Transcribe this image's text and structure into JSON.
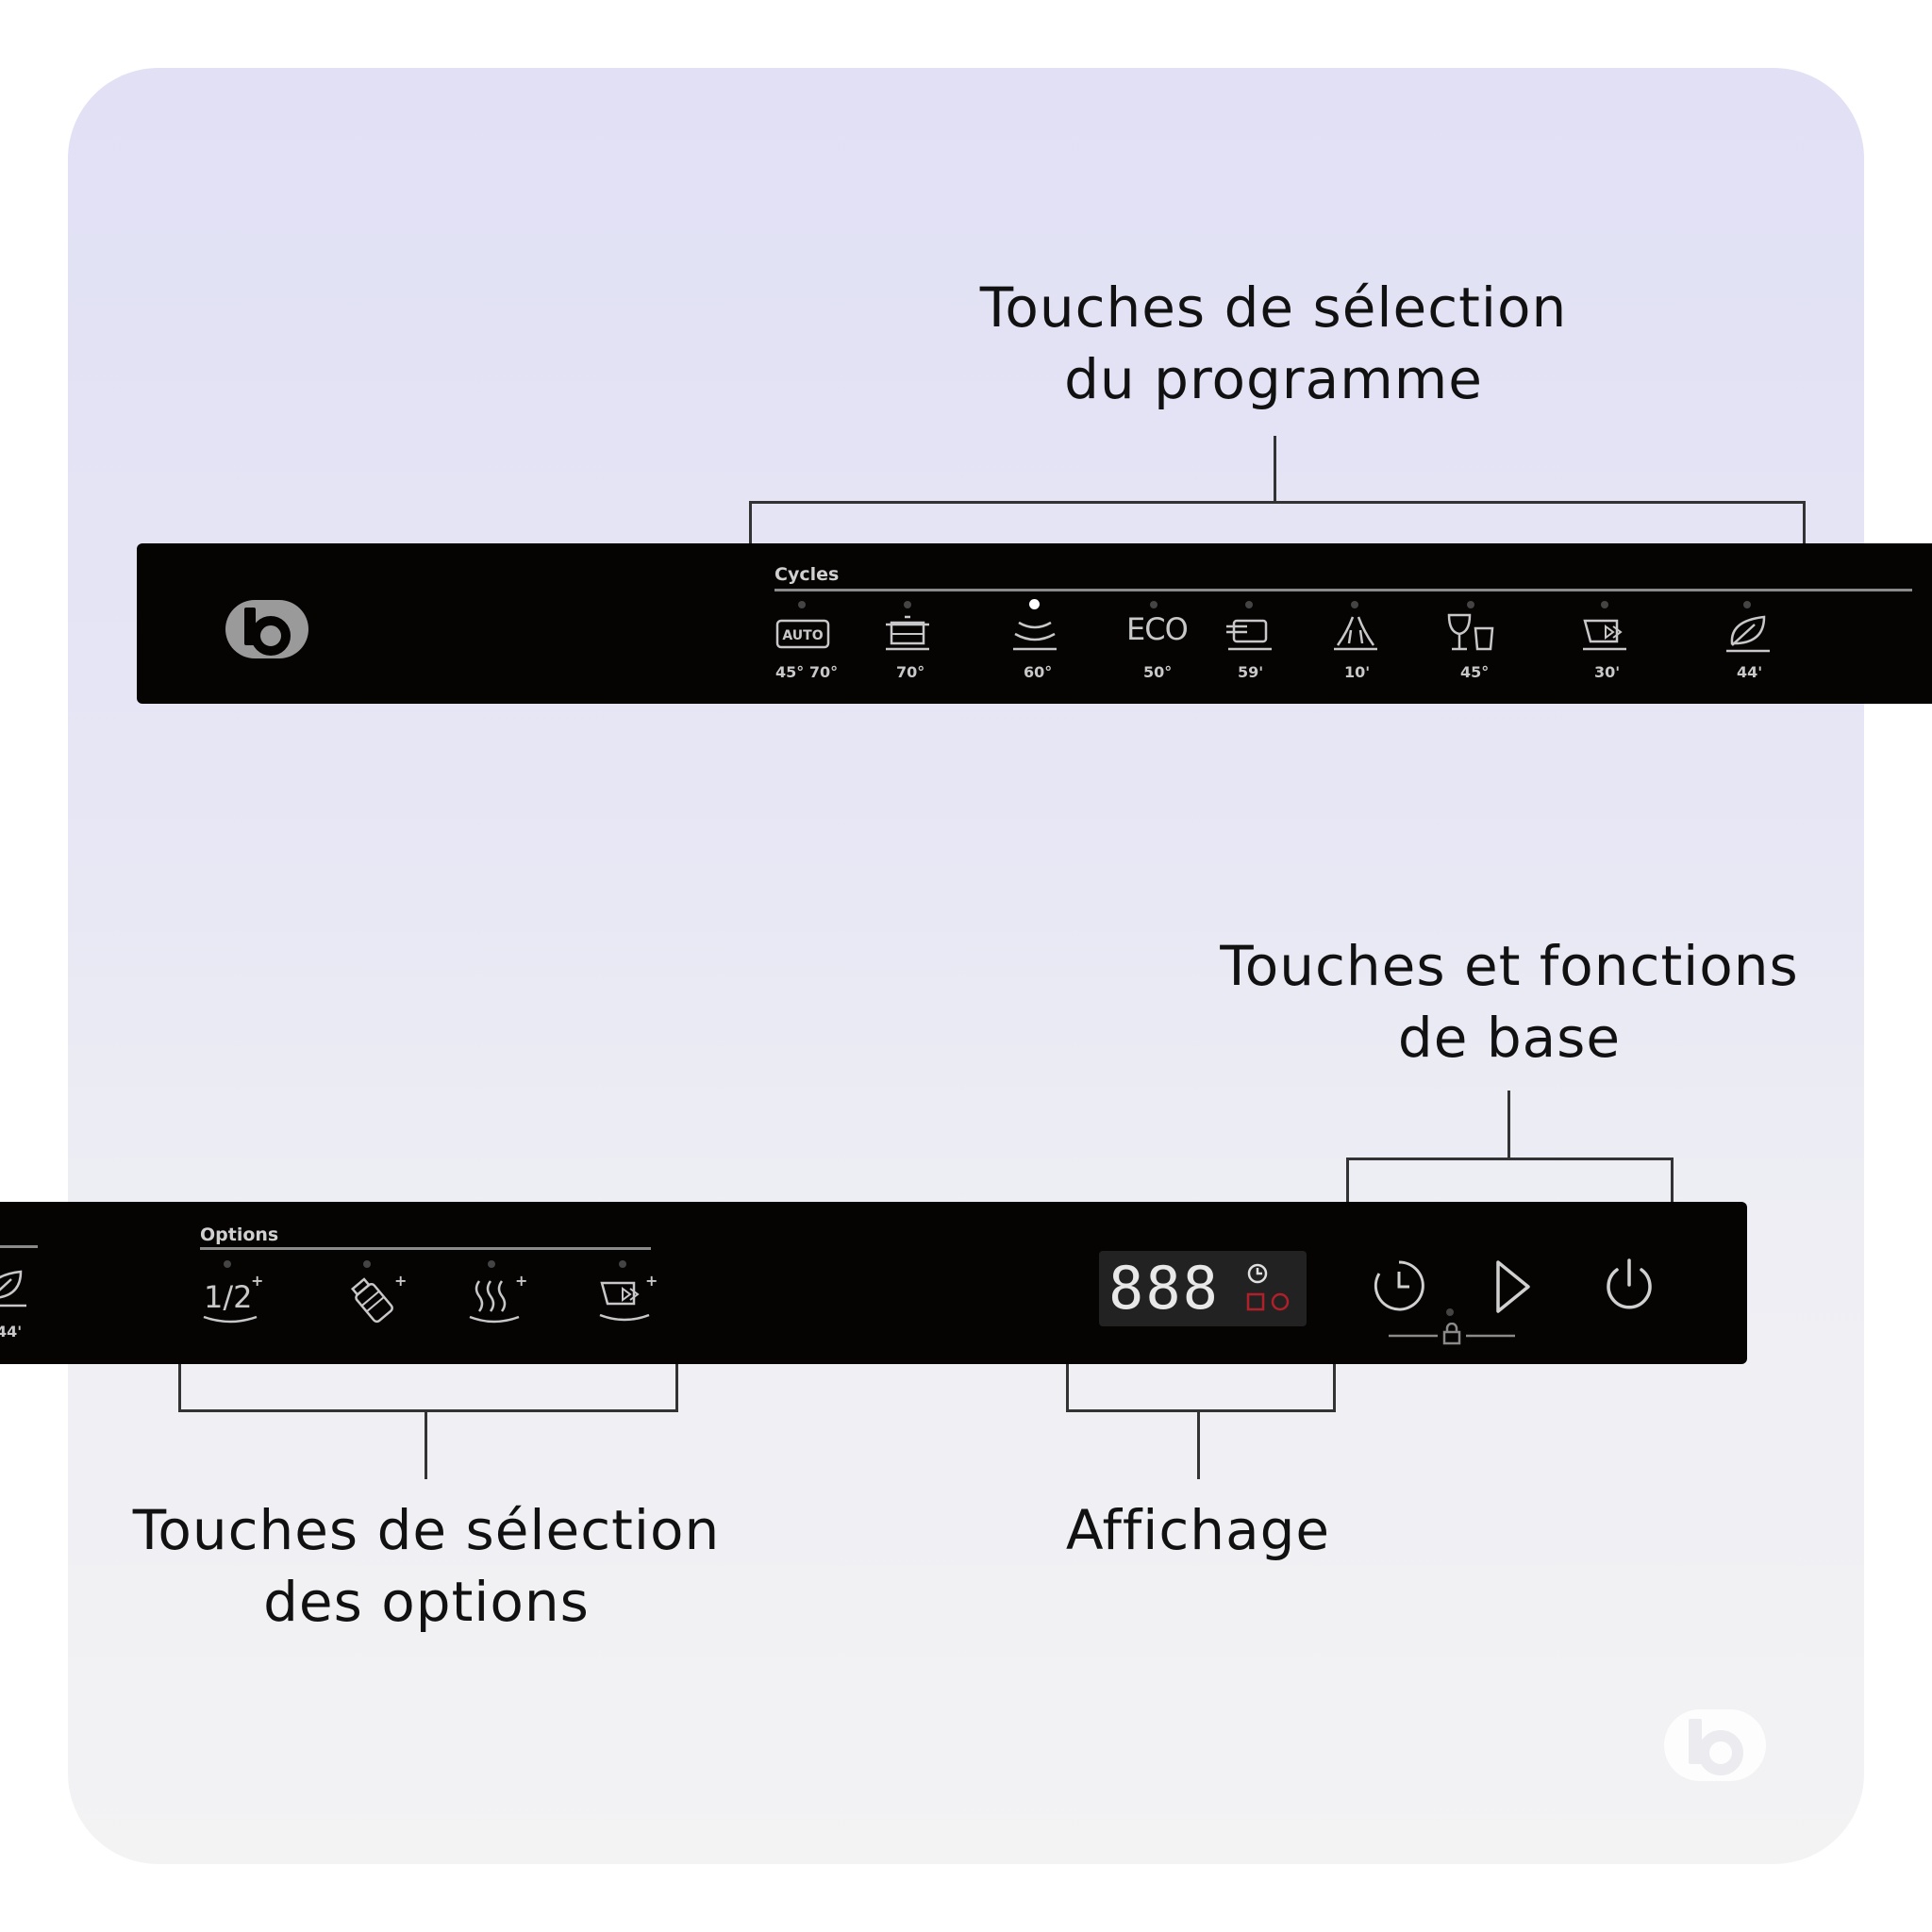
{
  "callouts": {
    "program_line1": "Touches de sélection",
    "program_line2": "du programme",
    "basic_line1": "Touches et fonctions",
    "basic_line2": "de base",
    "options_line1": "Touches de sélection",
    "options_line2": "des options",
    "display": "Affichage"
  },
  "top_panel": {
    "logo": "brand-b-logo",
    "section_label": "Cycles",
    "cycles": [
      {
        "icon": "auto-icon",
        "icon_text": "AUTO",
        "temp": "45° 70°"
      },
      {
        "icon": "pot-icon",
        "temp": "70°"
      },
      {
        "icon": "dishes-icon",
        "temp": "60°",
        "selected": true
      },
      {
        "icon": "eco-icon",
        "icon_text": "ECO",
        "temp": "50°"
      },
      {
        "icon": "quick-wash-icon",
        "temp": "59'"
      },
      {
        "icon": "rinse-icon",
        "temp": "10'"
      },
      {
        "icon": "glass-icon",
        "temp": "45°"
      },
      {
        "icon": "express-icon",
        "temp": "30'"
      },
      {
        "icon": "leaf-icon",
        "temp": "44'"
      }
    ]
  },
  "bottom_panel": {
    "section_label": "Options",
    "partial_left_temp": "44'",
    "options": [
      {
        "icon": "half-load-icon",
        "icon_text": "1/2",
        "superscript": "+"
      },
      {
        "icon": "baby-bottle-icon",
        "superscript": "+"
      },
      {
        "icon": "steam-icon",
        "superscript": "+"
      },
      {
        "icon": "speed-icon",
        "superscript": "+"
      }
    ],
    "display": {
      "digits": "888",
      "clock_icon": "clock-small-icon"
    },
    "controls": [
      {
        "name": "delay-timer-button",
        "icon": "clock-icon"
      },
      {
        "name": "start-button",
        "icon": "play-icon"
      },
      {
        "name": "power-button",
        "icon": "power-icon"
      }
    ],
    "lock_icon": "lock-icon"
  },
  "watermark": "brand-b-logo-watermark",
  "colors": {
    "panel": "#060303",
    "background_top": "#e1e0f5",
    "background_bottom": "#f3f3f4",
    "display_red": "#b0202a"
  }
}
